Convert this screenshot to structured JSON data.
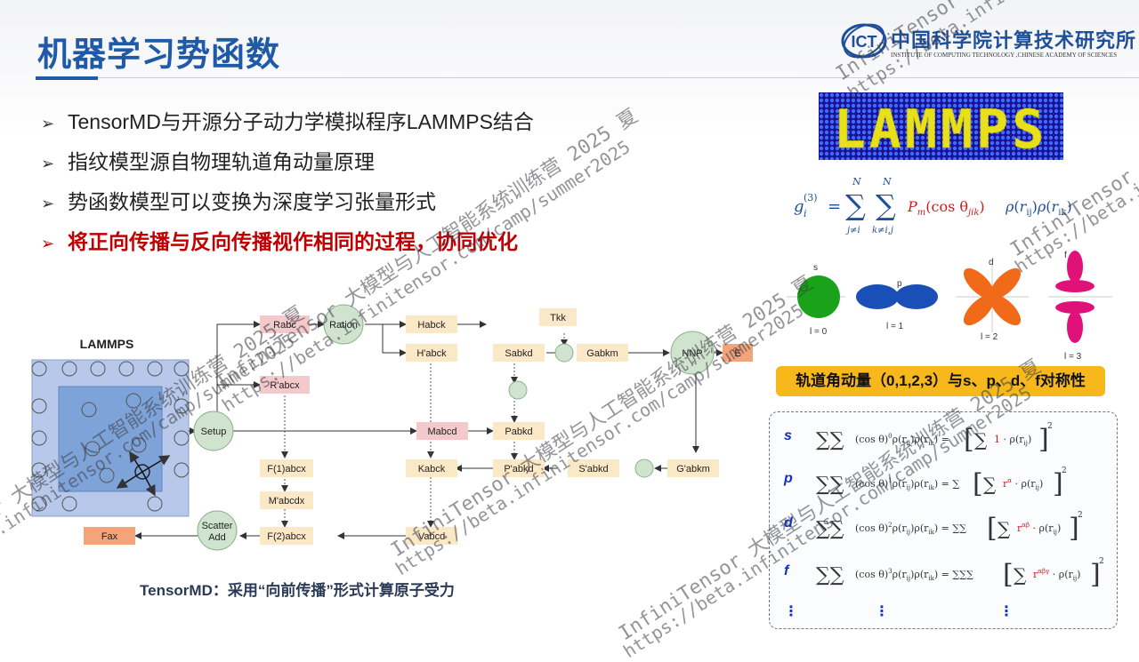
{
  "slide": {
    "title": "机器学习势函数",
    "bullets": [
      {
        "text": "TensorMD与开源分子动力学模拟程序LAMMPS结合",
        "highlight": false
      },
      {
        "text": "指纹模型源自物理轨道角动量原理",
        "highlight": false
      },
      {
        "text": "势函数模型可以变换为深度学习张量形式",
        "highlight": false
      },
      {
        "text": "将正向传播与反向传播视作相同的过程，协同优化",
        "highlight": true
      }
    ],
    "caption": "TensorMD：采用“向前传播”形式计算原子受力",
    "bullet_glyph": "➢"
  },
  "logo": {
    "mark": "ICT",
    "cn": "中国科学院计算技术研究所",
    "en": "INSTITUTE OF COMPUTING TECHNOLOGY ,CHINESE ACADEMY OF SCIENCES"
  },
  "right_panel": {
    "banner_text": "LAMMPS",
    "formula": "g_i^(3) = Σ_{j≠i}^N Σ_{k≠i,j}^N P_m(cos θ_jik) ρ(r_ij) ρ(r_ik)",
    "orbitals": [
      {
        "letter": "s",
        "l": "l = 0"
      },
      {
        "letter": "p",
        "l": "l = 1"
      },
      {
        "letter": "d",
        "l": "l = 2"
      },
      {
        "letter": "f",
        "l": "l = 3"
      }
    ],
    "button": "轨道角动量（0,1,2,3）与s、p、d、f对称性",
    "symmetry_labels": [
      "s",
      "p",
      "d",
      "f"
    ],
    "dots": "⋮"
  },
  "diagram": {
    "lammps_label": "LAMMPS",
    "nodes": {
      "ration": "Ration",
      "setup": "Setup",
      "nnp": "NNP",
      "scatter": "Scatter",
      "add": "Add",
      "e": "E",
      "fax": "Fax",
      "r_abc": "Rabc",
      "rp_abcx": "R'abcx",
      "h_abck": "Habck",
      "hp_abck": "H'abck",
      "m_abcd": "Mabcd",
      "mp_abcdx": "M'abcdx",
      "t_kk": "Tkk",
      "s_abkd": "Sabkd",
      "g_abkm": "Gabkm",
      "p_abkd": "Pabkd",
      "pp_abkd": "P'abkd",
      "sp_abkd": "S'abkd",
      "gp_abkm": "G'abkm",
      "f1_abcx": "F(1)abcx",
      "f2_abcx": "F(2)abcx",
      "k_abck": "Kabck",
      "v_abcd": "Vabcd"
    }
  },
  "watermark": {
    "lines": [
      "InfiniTensor 大模型与人工智能系统训练营 2025 夏",
      "https://beta.infinitensor.com/camp/summer2025"
    ]
  },
  "colors": {
    "title": "#1f5aa8",
    "highlight": "#c00000",
    "button": "#f6b81a",
    "banner": "#2a1cc8"
  }
}
